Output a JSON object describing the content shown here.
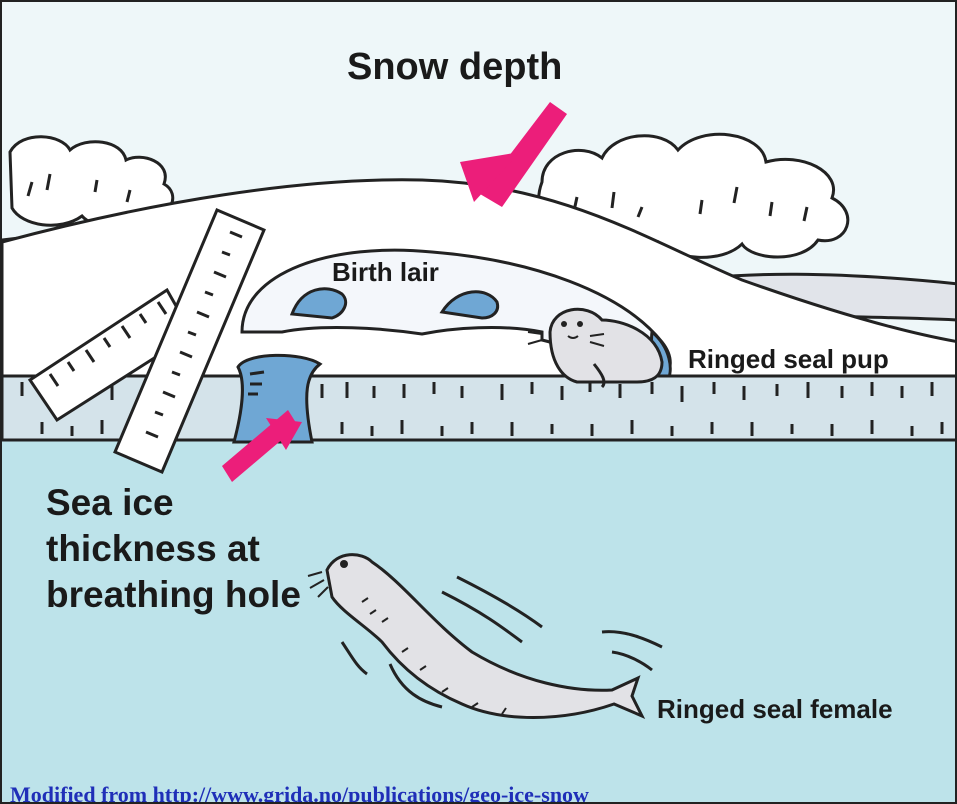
{
  "labels": {
    "snow_depth": "Snow depth",
    "birth_lair": "Birth lair",
    "ringed_seal_pup": "Ringed seal pup",
    "sea_ice": "Sea ice thickness at breathing hole",
    "ringed_seal_female": "Ringed seal female"
  },
  "credit": "Modified from http://www.grida.no/publications/geo-ice-snow",
  "colors": {
    "sky": "#eef7f9",
    "snow": "#ffffff",
    "ice": "#d4e3ea",
    "water": "#bde3ea",
    "hole_blue": "#6fa7d4",
    "arrow": "#ec1e7a",
    "seal": "#e2e2e6",
    "credit": "#1f2fb8"
  }
}
